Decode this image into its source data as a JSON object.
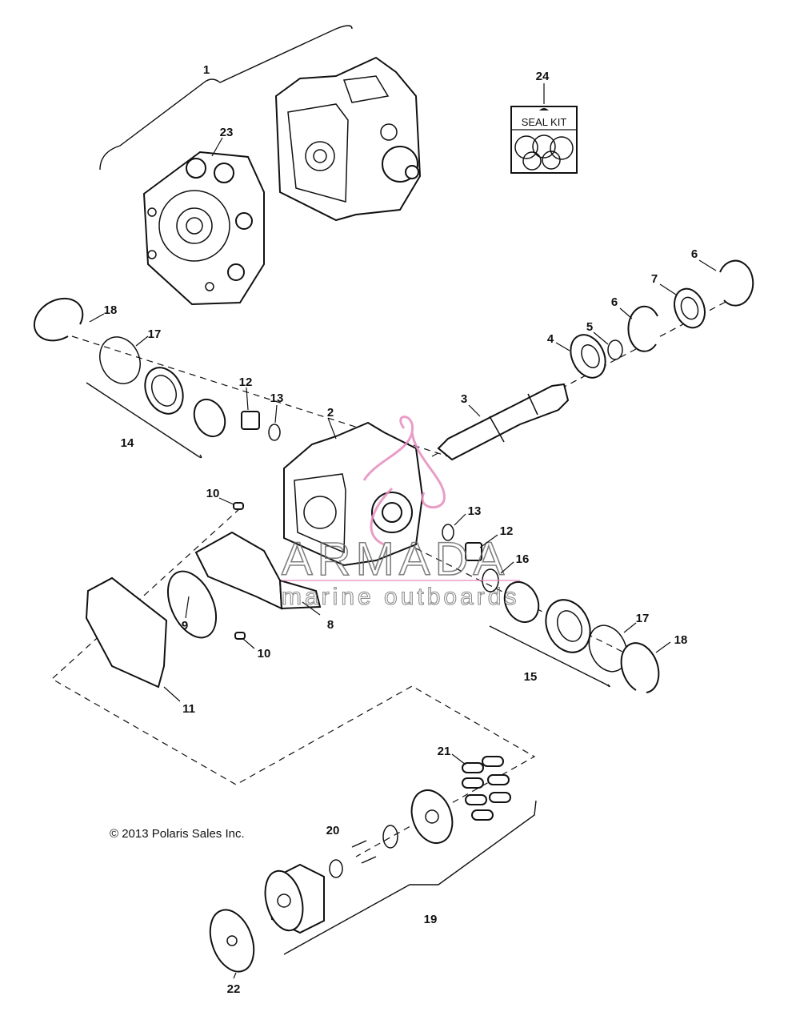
{
  "callouts": {
    "c1": "1",
    "c2": "2",
    "c3": "3",
    "c4": "4",
    "c5": "5",
    "c6a": "6",
    "c6b": "6",
    "c7": "7",
    "c8": "8",
    "c9": "9",
    "c10a": "10",
    "c10b": "10",
    "c11": "11",
    "c12a": "12",
    "c12b": "12",
    "c13a": "13",
    "c13b": "13",
    "c14": "14",
    "c15": "15",
    "c16": "16",
    "c17a": "17",
    "c17b": "17",
    "c18a": "18",
    "c18b": "18",
    "c19": "19",
    "c20": "20",
    "c21": "21",
    "c22": "22",
    "c23": "23",
    "c24": "24"
  },
  "seal_kit_label": "SEAL KIT",
  "copyright": "© 2013 Polaris Sales Inc.",
  "watermark": {
    "brand": "ARMADA",
    "tagline": "marine outboards",
    "accent_color": "#e58bbd"
  }
}
